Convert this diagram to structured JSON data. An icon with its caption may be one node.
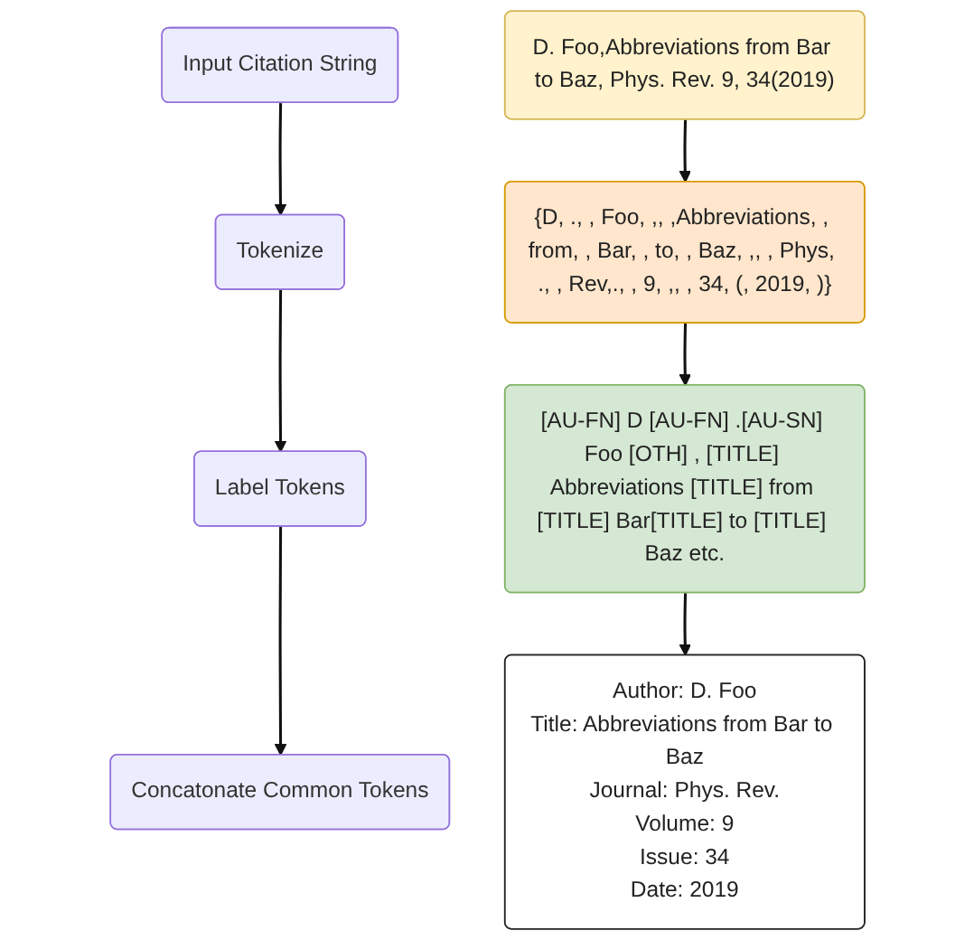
{
  "diagram": {
    "nodes": [
      {
        "text": [
          "Input Citation String"
        ]
      },
      {
        "text": [
          "Tokenize"
        ]
      },
      {
        "text": [
          "Label Tokens"
        ]
      },
      {
        "text": [
          "Concatonate Common Tokens"
        ]
      },
      {
        "text": [
          "D. Foo,Abbreviations from Bar to Baz, Phys. Rev. 9, 34(2019)"
        ]
      },
      {
        "text": [
          "{D, ., , Foo, ,, ,Abbreviations, , from, , Bar, , to, , Baz, ,, , Phys, ., , Rev,., , 9, ,, , 34, (, 2019, )}"
        ]
      },
      {
        "text": [
          "[AU-FN] D [AU-FN] .[AU-SN] Foo [OTH] , [TITLE] Abbreviations [TITLE] from [TITLE] Bar[TITLE] to [TITLE] Baz etc."
        ]
      },
      {
        "text": [
          "Author: D. Foo",
          "Title: Abbreviations from Bar to Baz",
          "Journal: Phys. Rev.",
          "Volume: 9",
          "Issue: 34",
          "Date: 2019"
        ]
      }
    ],
    "edges": [
      {
        "from": 0,
        "to": 1,
        "arrow": "to"
      },
      {
        "from": 1,
        "to": 2,
        "arrow": "to"
      },
      {
        "from": 2,
        "to": 3,
        "arrow": "to"
      },
      {
        "from": 4,
        "to": 5,
        "arrow": "to"
      },
      {
        "from": 5,
        "to": 6,
        "arrow": "to"
      },
      {
        "from": 6,
        "to": 7,
        "arrow": "to"
      }
    ]
  }
}
